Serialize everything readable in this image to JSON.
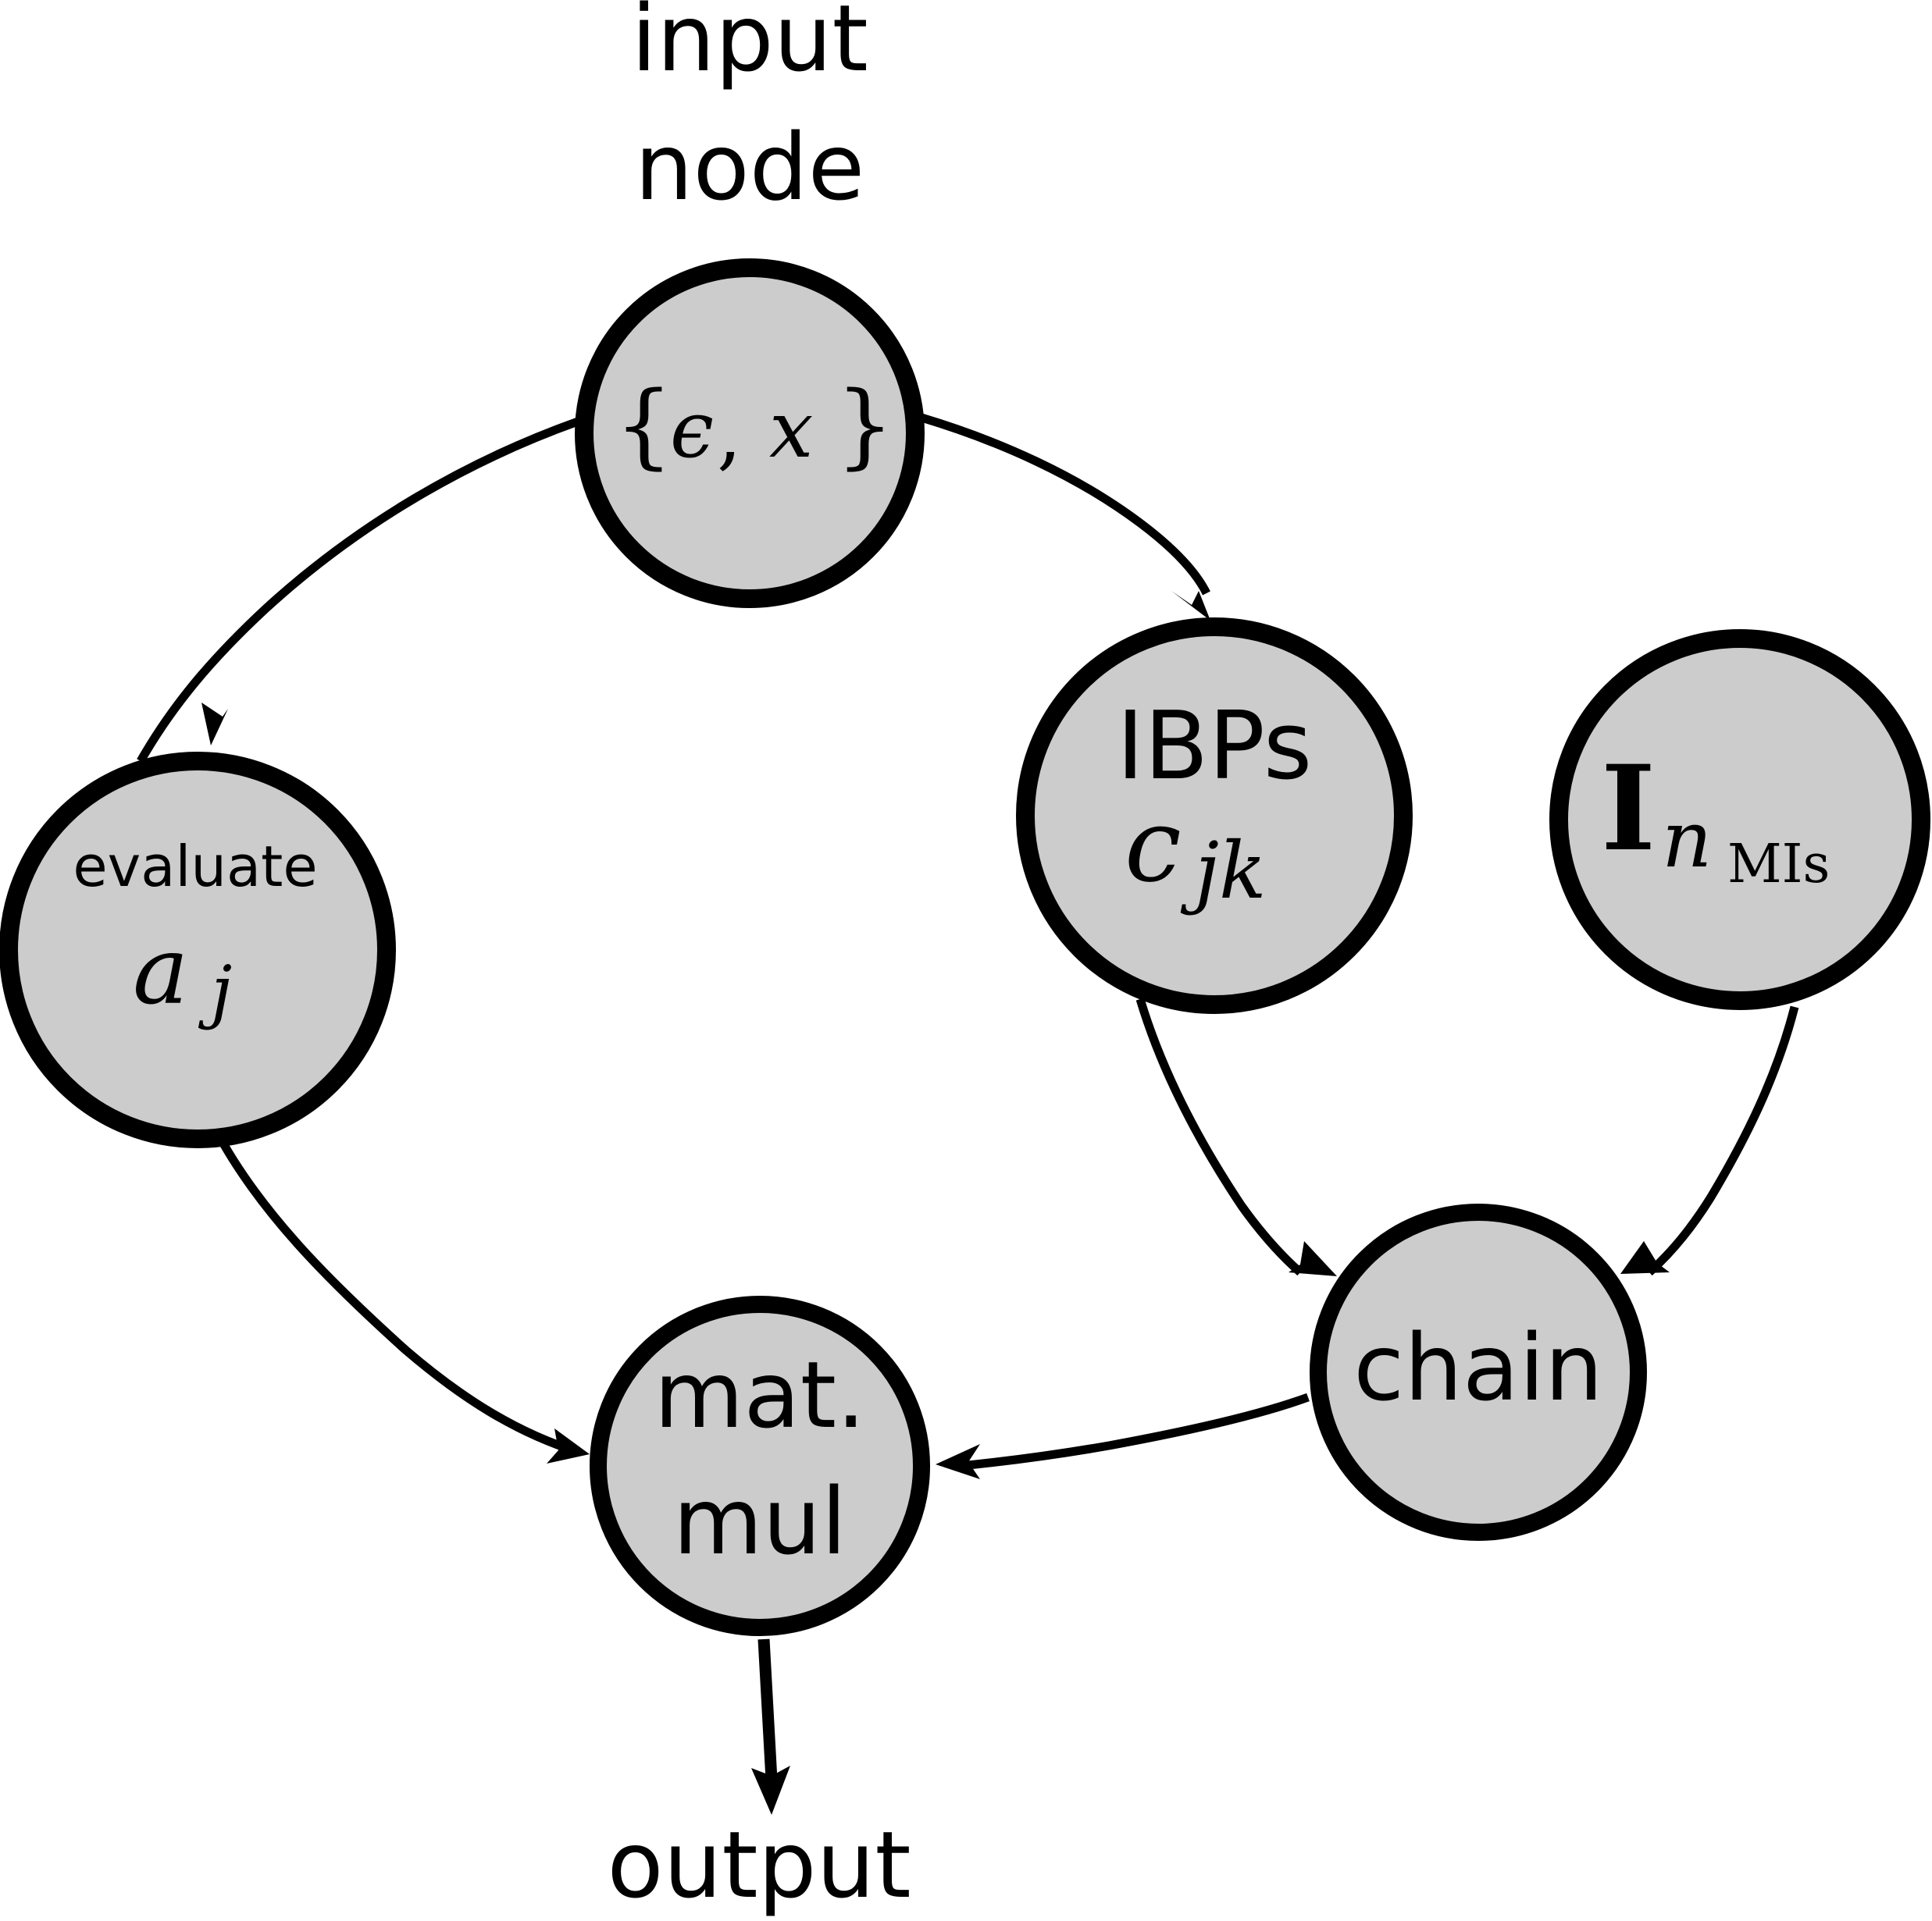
{
  "colors": {
    "node_fill": "#cccccc",
    "stroke": "#000000",
    "background": "#ffffff"
  },
  "labels": {
    "input_top": "input",
    "input_bottom": "node",
    "output": "output"
  },
  "nodes": {
    "input": {
      "open": "{",
      "eps": "ϵ",
      "comma": ",",
      "x": "x",
      "close": "}"
    },
    "evaluate": {
      "text": "evaluate",
      "math_main": "a",
      "math_sub": "j"
    },
    "ibps": {
      "text": "IBPs",
      "math_main": "c",
      "math_sub": "jk"
    },
    "identity": {
      "math_main": "I",
      "sub_n": "n",
      "sub_mis": "MIs"
    },
    "chain": {
      "text": "chain"
    },
    "matmul": {
      "line1": "mat.",
      "line2": "mul"
    }
  },
  "edges": [
    {
      "from": "input",
      "to": "evaluate"
    },
    {
      "from": "input",
      "to": "ibps"
    },
    {
      "from": "evaluate",
      "to": "matmul"
    },
    {
      "from": "ibps",
      "to": "chain"
    },
    {
      "from": "identity",
      "to": "chain"
    },
    {
      "from": "chain",
      "to": "matmul"
    },
    {
      "from": "matmul",
      "to": "output"
    }
  ]
}
